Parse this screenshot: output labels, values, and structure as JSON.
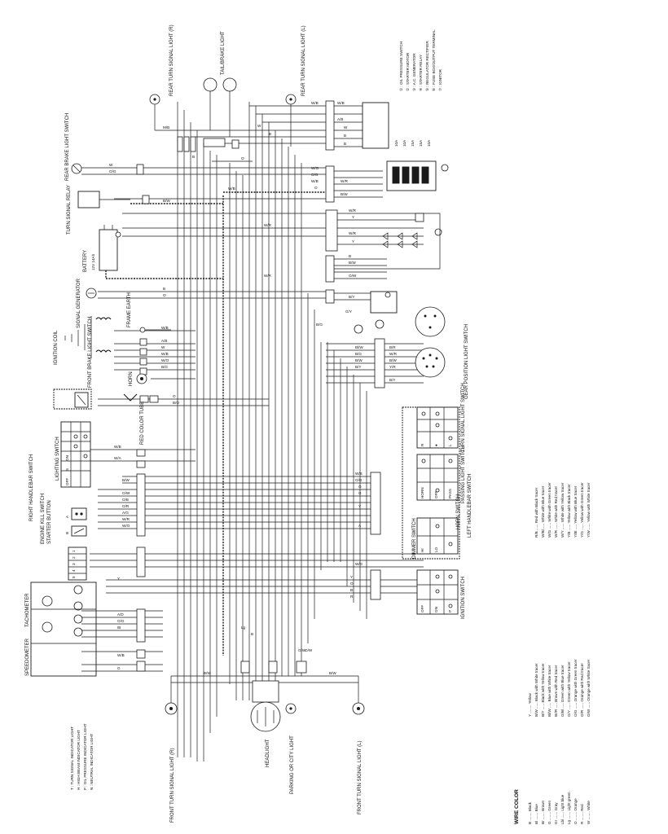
{
  "components": {
    "rear_turn_signal_light_r": "REAR TURN SIGNAL LIGHT (R)",
    "tail_brake_light": "TAIL/BRAKE LIGHT",
    "rear_turn_signal_light_l": "REAR TURN SIGNAL LIGHT (L)",
    "rear_brake_light_switch": "REAR BRAKE LIGHT SWITCH",
    "turn_signal_relay": "TURN SIGNAL RELAY",
    "battery": "BATTERY",
    "battery_rating": "12V 14Ah",
    "signal_generator": "SIGNAL GENERATOR",
    "frame_earth": "FRAME EARTH",
    "ignition_coil": "IGNITION COIL",
    "horn": "HORN",
    "front_brake_light_switch": "FRONT BRAKE LIGHT SWITCH",
    "red_color_tube": "RED COLOR TUBE",
    "right_handlebar_switch": "RIGHT HANDLEBAR SWITCH",
    "engine_kill_switch": "ENGINE KILL SWITCH",
    "starter_button": "STARTER BUTTON",
    "lighting_switch": "LIGHTING SWITCH",
    "speedometer": "SPEEDOMETER",
    "tachometer": "TACHOMETER",
    "front_turn_signal_light_r": "FRONT TURN SIGNAL LIGHT (R)",
    "headlight": "HEADLIGHT",
    "parking_city_light": "PARKING OR CITY LIGHT",
    "front_turn_signal_light_l": "FRONT TURN SIGNAL LIGHT (L)",
    "gear_position_light_switch": "GEAR POSITION LIGHT SWITCH",
    "turn_signal_light_switch": "TURN SIGNAL LIGHT SWITCH",
    "passing_light_switch": "PASSING LIGHT SWITCH",
    "horn_switch": "HORN SWITCH",
    "left_handlebar_switch": "LEFT HANDLEBAR SWITCH",
    "dimmer_switch": "DIMMER SWITCH",
    "ignition_switch": "IGNITION SWITCH"
  },
  "fuses": [
    "10A",
    "10A",
    "15A",
    "15A",
    "10A"
  ],
  "numbered_legend": [
    "① : OIL PRESSURE SWITCH",
    "② : STARTER MOTOR",
    "③ : A.C. GENERATOR",
    "④ : STARTER RELAY",
    "⑤ : REGULATOR RECTIFIER",
    "⑥ : FUSE BOX/OUTPUT TERMINAL",
    "⑦ : IGNITOR"
  ],
  "indicator_legend": [
    "T : TURN SIGNAL INDICATOR LIGHT",
    "H : HIGH BEAM INDICATOR LIGHT",
    "P : OIL PRESSURE INDICATOR LIGHT",
    "N : NEUTRAL INDICATOR LIGHT"
  ],
  "lighting_switch_positions": [
    "ON",
    "S",
    "OFF"
  ],
  "horn_passing_positions": [
    "HORN",
    "OFF",
    "PASS"
  ],
  "turn_signal_positions": [
    "R",
    "●",
    "L"
  ],
  "dimmer_positions": [
    "HI",
    "LO"
  ],
  "ignition_positions": [
    "OFF",
    "ON",
    "P"
  ],
  "kill_switch_positions": [
    "A",
    "B"
  ],
  "meter_terminals": [
    "1",
    "2",
    "3",
    "4",
    "5"
  ],
  "wire_color_legend": {
    "title": "WIRE COLOR",
    "col1": [
      "B ........ Black",
      "Bl ....... Blue",
      "Br ....... Brown",
      "G ........ Green",
      "Gr ....... Gray",
      "Lbl ...... Light blue",
      "Lg ....... Light green",
      "O ........ Orange",
      "R ........ Red",
      "W ........ White"
    ],
    "col2": [
      "Y ........ Yellow",
      "B/W ...... Black with White tracer",
      "B/Y ...... Black with Yellow tracer",
      "Bl/W ..... Blue with White tracer",
      "Br/R ..... Brown with Red tracer",
      "G/Bl ..... Green with Blue tracer",
      "G/Y ...... Green with Yellow tracer",
      "O/G ...... Orange with Green tracer",
      "O/R ...... Orange with Red tracer",
      "O/W ...... Orange with White tracer"
    ],
    "col3": [
      "R/B ...... Red with Black tracer",
      "W/Bl ..... White with Blue tracer",
      "W/G ...... White with Green tracer",
      "W/R ...... White with Red tracer",
      "W/Y ...... White with Yellow tracer",
      "Y/B ...... Yellow with Black tracer",
      "Y/Bl ..... Yellow with Blue tracer",
      "Y/G ...... Yellow with Green tracer",
      "Y/W ...... Yellow with White tracer"
    ]
  },
  "wire_labels": {
    "rear_top": [
      "M/B",
      "M/B",
      "A/B",
      "M",
      "M",
      "M",
      "W",
      "B",
      "B",
      "O",
      "B"
    ],
    "rear_right_top": [
      "W/B",
      "W/B",
      "A/B",
      "W",
      "B",
      "B",
      "B",
      "W/B"
    ],
    "rear_brake": [
      "W",
      "O/G",
      "W"
    ],
    "relay": [
      "B/W",
      "W/B"
    ],
    "right_block": [
      "W/O",
      "O/G",
      "W/B",
      "O",
      "W/R",
      "B/W"
    ],
    "regulator": [
      "W/R",
      "Y",
      "W/R",
      "Y",
      "W/R",
      "B"
    ],
    "battery_side": [
      "W/R",
      "W/R",
      "W/R"
    ],
    "starter": [
      "B",
      "B/W",
      "O/W",
      "B/Y"
    ],
    "generator": [
      "B",
      "O"
    ],
    "coil": [
      "W/B",
      "A/B",
      "W",
      "W/B",
      "W/O",
      "B/G"
    ],
    "front_brake": [
      "O",
      "B/O"
    ],
    "gear_switch": [
      "G/Y",
      "B/G",
      "Bl/W",
      "B/G",
      "B/W",
      "B/Y",
      "B/R",
      "W/R",
      "B/W",
      "Y/R",
      "B/Y"
    ],
    "right_handlebar": [
      "W/B",
      "W/A",
      "B/W",
      "O/W",
      "O/B",
      "O/R",
      "A/G",
      "W/R",
      "W/O"
    ],
    "left_handlebar": [
      "W/B",
      "O/G",
      "O",
      "G",
      "Y",
      "A",
      "W/G",
      "Y",
      "O",
      "B",
      "R",
      "Y/R"
    ],
    "meter": [
      "Y",
      "A/D",
      "O/G",
      "IB",
      "IB",
      "W/B",
      "W/B",
      "G",
      "B/W",
      "O/W"
    ],
    "front_bottom": [
      "B",
      "Lg",
      "B",
      "G/W",
      "O/W",
      "B/W",
      "B/W"
    ]
  }
}
